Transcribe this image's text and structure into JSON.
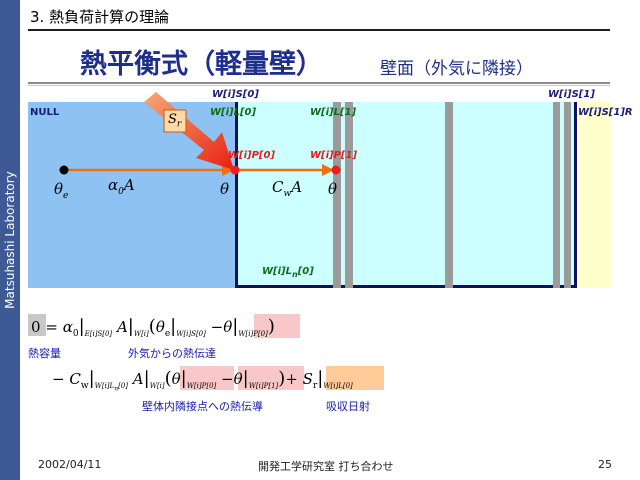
{
  "sidebar": {
    "text": "Matsuhashi Laboratory",
    "color": "#3d5a96"
  },
  "header": {
    "title": "3. 熱負荷計算の理論"
  },
  "title": {
    "main": "熱平衡式（軽量壁）",
    "sub": "壁面（外気に隣接）"
  },
  "diagram": {
    "null_label": "NULL",
    "top_labels": {
      "s0": "W[i]S[0]",
      "l0": "W[i]L[0]",
      "l1": "W[i]L[1]",
      "s1": "W[i]S[1]",
      "s1r": "W[i]S[1]R"
    },
    "point_labels": {
      "p0": "W[i]P[0]",
      "p1": "W[i]P[1]"
    },
    "bottom_label": "W[i]L",
    "bottom_label_sub": "n",
    "bottom_label_tail": "[0]",
    "sr": "S",
    "sr_sub": "r",
    "theta_e": "θ",
    "theta_e_sub": "e",
    "alpha": "α",
    "alpha_sub": "0",
    "alpha_tail": "A",
    "theta": "θ",
    "cw": "C",
    "cw_sub": "w",
    "cw_tail": "A",
    "colors": {
      "outside": "#8ec2f2",
      "wall": "#ccffff",
      "end": "#ffffcc",
      "gray": "#9a9a9a",
      "navy": "#101060",
      "arrow": "#f07010"
    }
  },
  "equation": {
    "line1": {
      "zero": "0",
      "eq": "=",
      "alpha": "α",
      "alpha_sub": "0",
      "sub_es0": "E[i]S[0]",
      "a": "A",
      "sub_w": "W[i]",
      "theta_e": "θ",
      "theta_e_sub": "e",
      "sub_ws0": "W[i]S[0]",
      "minus": "−",
      "theta": "θ",
      "sub_wp0": "W[i]P[0]"
    },
    "line2": {
      "minus": "−",
      "c": "C",
      "c_sub": "w",
      "sub_wl": "W[i]L",
      "sub_wl_n": "n",
      "sub_wl_tail": "[0]",
      "a": "A",
      "sub_w": "W[i]",
      "theta": "θ",
      "sub_wp0": "W[i]P[0]",
      "minus2": "−",
      "sub_wp1": "W[i]P[1]",
      "plus": "+",
      "s": "S",
      "s_sub": "r",
      "sub_wl0": "W[i]L[0]"
    },
    "captions": {
      "heat_capacity": "熱容量",
      "outside_conduction": "外気からの熱伝達",
      "inner_conduction": "壁体内隣接点への熱伝導",
      "absorbed_solar": "吸収日射"
    }
  },
  "footer": {
    "date": "2002/04/11",
    "center": "開発工学研究室 打ち合わせ",
    "page": "25"
  }
}
